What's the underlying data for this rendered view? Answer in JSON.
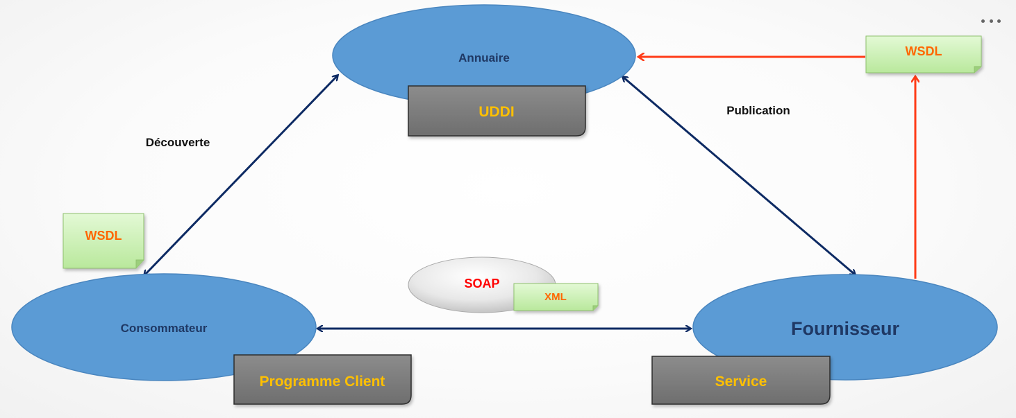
{
  "nodes": {
    "annuaire": "Annuaire",
    "uddi": "UDDI",
    "consommateur": "Consommateur",
    "programme_client": "Programme Client",
    "fournisseur": "Fournisseur",
    "service": "Service",
    "soap": "SOAP",
    "xml": "XML"
  },
  "documents": {
    "wsdl_left": "WSDL",
    "wsdl_right": "WSDL"
  },
  "edges": {
    "decouverte": "Découverte",
    "publication": "Publication"
  },
  "colors": {
    "node_fill": "#5b9bd5",
    "node_text": "#1f3864",
    "box_fill": "#7f7f7f",
    "box_text": "#ffc000",
    "arrow_blue": "#0d2a63",
    "arrow_red": "#ff3b17",
    "note_fill": "#c9f0b1",
    "note_text": "#ff6600",
    "soap_text": "#ff0000"
  },
  "menu": {
    "icon": "more-horizontal-icon"
  }
}
